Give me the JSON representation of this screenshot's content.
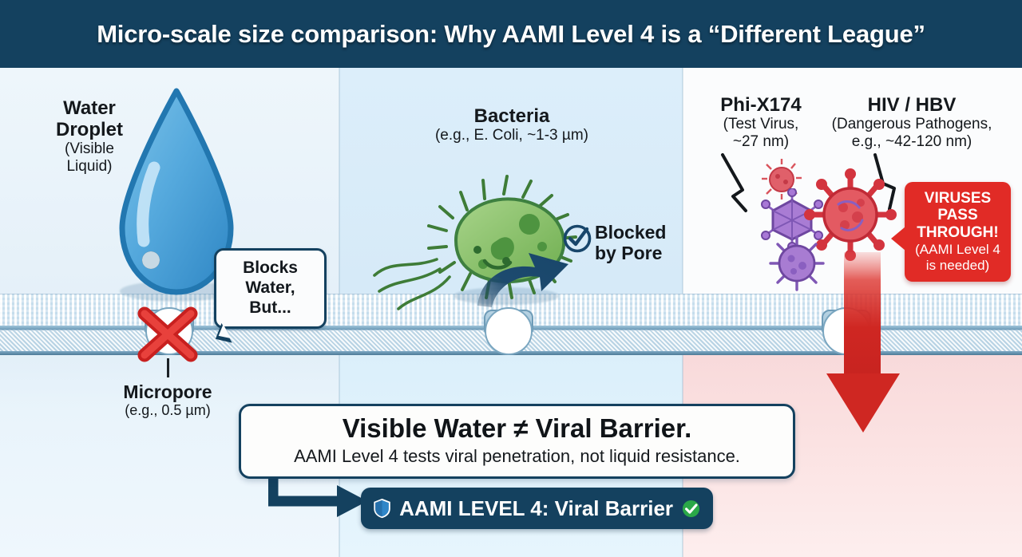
{
  "header": {
    "title": "Micro-scale size comparison: Why AAMI Level 4 is a “Different League”"
  },
  "colors": {
    "header_bg": "#14415f",
    "accent_navy": "#14415f",
    "alert_red": "#e12b26",
    "success_green": "#2aa848",
    "water_blue": "#4da3d9",
    "bacteria_green": "#7cbf5e",
    "virus_purple": "#8a5fc0",
    "virus_red": "#d9363e",
    "panel_left_bg": "#e9f3fb",
    "panel_mid_bg": "#daedf9",
    "panel_right_bg": "#fbfcfd",
    "panel_right_lower_bg": "#f9dddd"
  },
  "panels": {
    "left": {
      "label": {
        "heading_line1": "Water",
        "heading_line2": "Droplet",
        "sub_line1": "(Visible",
        "sub_line2": "Liquid)"
      },
      "bubble": {
        "line1": "Blocks",
        "line2": "Water, But..."
      },
      "pore_label": {
        "heading": "Micropore",
        "sub": "(e.g., 0.5 µm)"
      },
      "result_icon": "red-x-icon"
    },
    "middle": {
      "label": {
        "heading": "Bacteria",
        "sub": "(e.g., E. Coli, ~1-3 µm)"
      },
      "result": {
        "line1": "Blocked",
        "line2": "by Pore",
        "icon": "check-circle-icon"
      }
    },
    "right": {
      "label_phi": {
        "heading": "Phi-X174",
        "sub_line1": "(Test Virus,",
        "sub_line2": "~27 nm)"
      },
      "label_hiv": {
        "heading": "HIV / HBV",
        "sub_line1": "(Dangerous Pathogens,",
        "sub_line2": "e.g., ~42-120 nm)"
      },
      "callout": {
        "line1": "VIRUSES",
        "line2": "PASS",
        "line3": "THROUGH!",
        "note_line1": "(AAMI Level 4",
        "note_line2": "is needed)"
      },
      "result_icon": "red-down-arrow-icon"
    }
  },
  "conclusion": {
    "headline": "Visible Water ≠ Viral Barrier.",
    "subline": "AAMI Level 4 tests viral penetration, not liquid resistance."
  },
  "badge": {
    "icon": "shield-icon",
    "label": "AAMI LEVEL 4: Viral Barrier",
    "status_icon": "green-check-icon"
  }
}
